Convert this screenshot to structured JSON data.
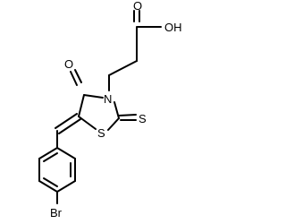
{
  "molecule": {
    "atom_labels": {
      "hydroxyl": "OH",
      "acid_carbonyl_oxygen": "O",
      "ring_carbonyl_oxygen": "O",
      "ring_nitrogen": "N",
      "ring_sulfur": "S",
      "thione_sulfur": "S",
      "bromine": "Br"
    },
    "colors": {
      "bond": "#000000",
      "label": "#000000",
      "background": "#ffffff"
    }
  }
}
